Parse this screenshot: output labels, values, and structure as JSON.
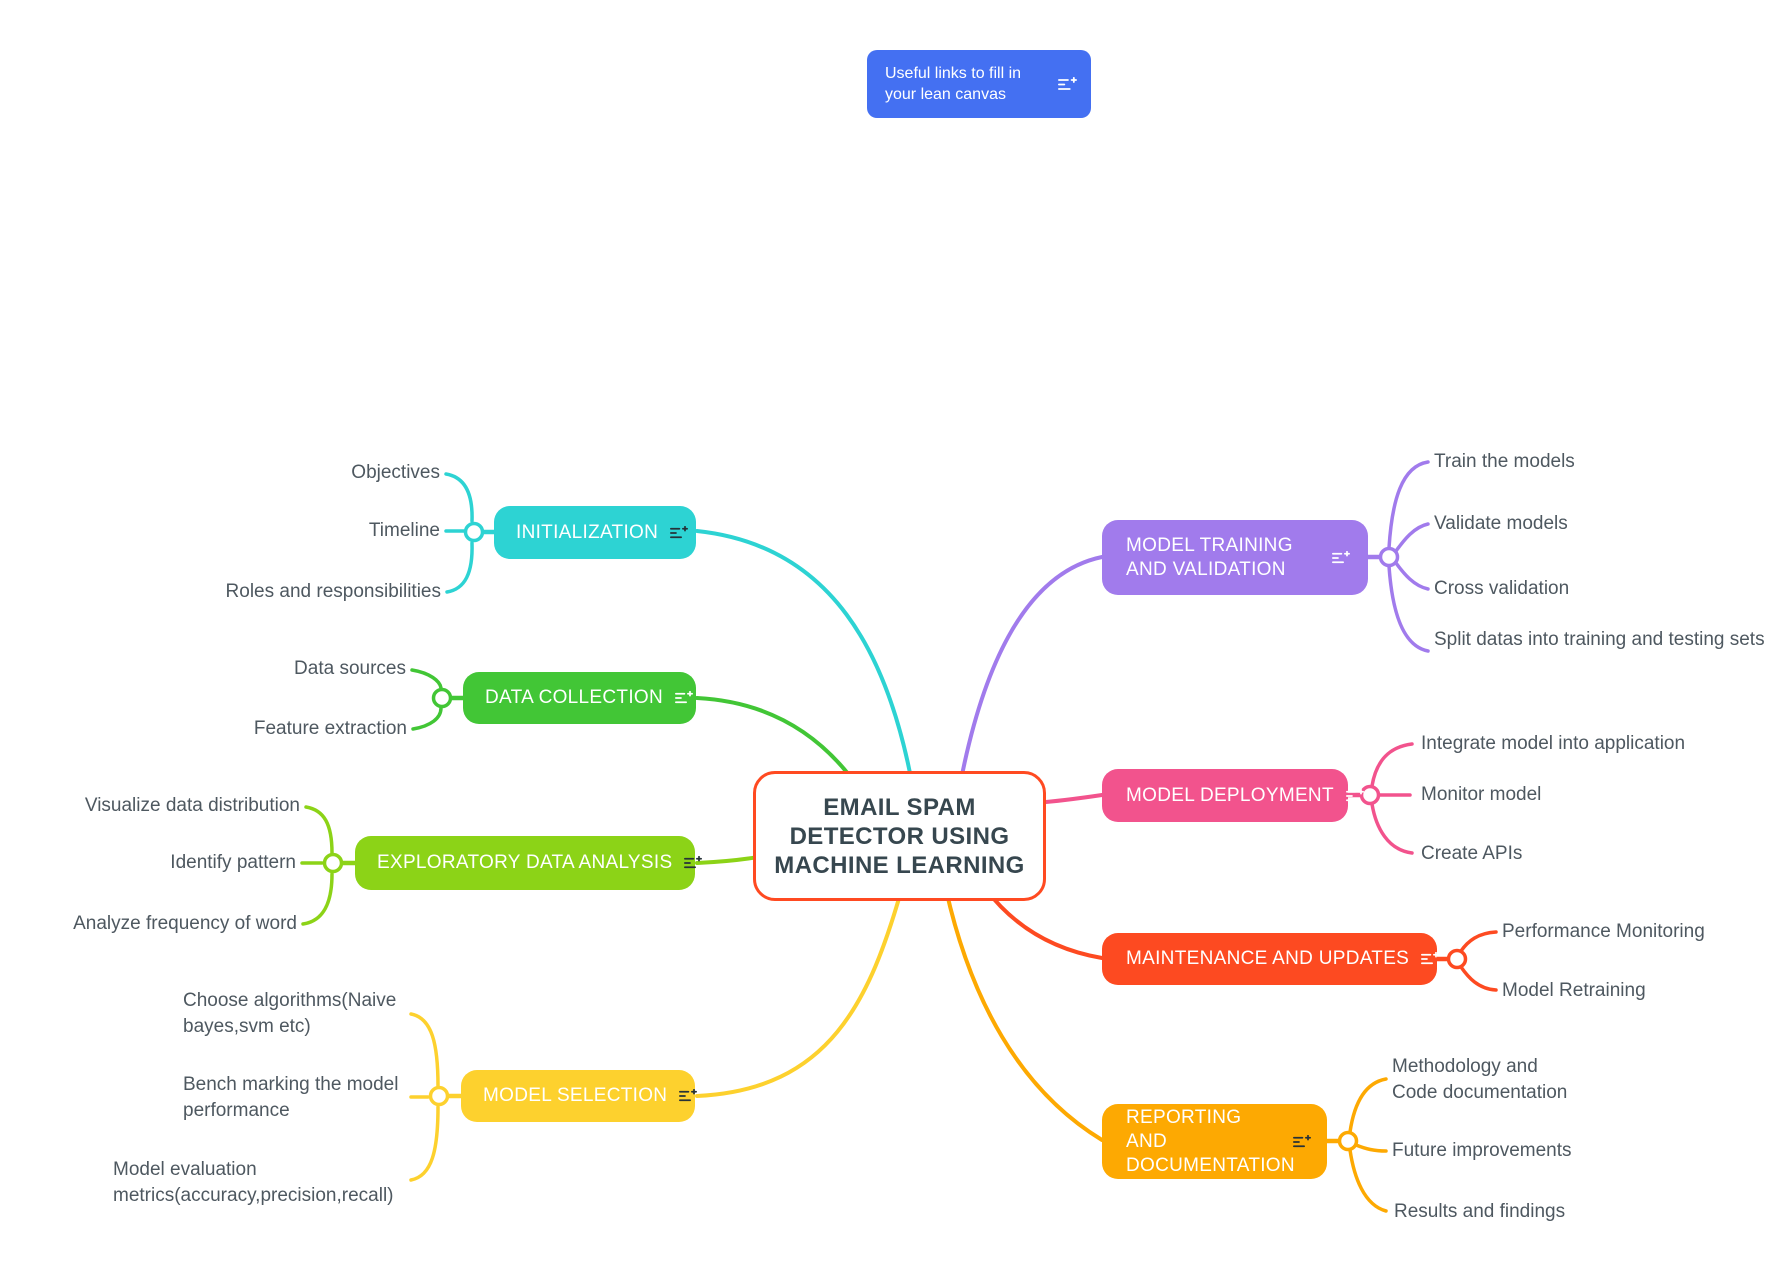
{
  "floating_note": {
    "label": "Useful links to fill in your lean canvas",
    "color": "#4470f2",
    "text_color": "#ffffff",
    "icon": "add-note-icon",
    "icon_color": "#ffffff"
  },
  "root": {
    "label": "EMAIL SPAM DETECTOR USING MACHINE LEARNING",
    "background": "#ffffff",
    "border_color": "#ff4a21",
    "text_color": "#37474f"
  },
  "child_text_color": "#4e5860",
  "branches": [
    {
      "id": "initialization",
      "label": "INITIALIZATION",
      "color": "#2dd3d3",
      "icon_color": "#263238",
      "children": [
        "Objectives",
        "Timeline",
        "Roles and responsibilities"
      ]
    },
    {
      "id": "data-collection",
      "label": "DATA COLLECTION",
      "color": "#42c636",
      "icon_color": "#ffffff",
      "children": [
        "Data sources",
        "Feature extraction"
      ]
    },
    {
      "id": "exploratory-data-analysis",
      "label": "EXPLORATORY DATA ANALYSIS",
      "color": "#8cd317",
      "icon_color": "#263238",
      "children": [
        "Visualize data distribution",
        "Identify pattern",
        "Analyze frequency of word"
      ]
    },
    {
      "id": "model-selection",
      "label": "MODEL SELECTION",
      "color": "#fdd12e",
      "icon_color": "#263238",
      "children": [
        "Choose algorithms(Naive bayes,svm etc)",
        "Bench marking the model performance",
        "Model evaluation metrics(accuracy,precision,recall)"
      ]
    },
    {
      "id": "model-training-and-validation",
      "label": "MODEL TRAINING AND VALIDATION",
      "color": "#a17bec",
      "icon_color": "#ffffff",
      "children": [
        "Train the models",
        "Validate models",
        "Cross validation",
        "Split datas into training and testing sets"
      ]
    },
    {
      "id": "model-deployment",
      "label": "MODEL DEPLOYMENT",
      "color": "#f2538d",
      "icon_color": "#ffffff",
      "children": [
        "Integrate model into application",
        "Monitor model",
        "Create APIs"
      ]
    },
    {
      "id": "maintenance-and-updates",
      "label": "MAINTENANCE AND UPDATES",
      "color": "#fd4a21",
      "icon_color": "#ffffff",
      "children": [
        "Performance Monitoring",
        "Model Retraining"
      ]
    },
    {
      "id": "reporting-and-documentation",
      "label": "REPORTING AND DOCUMENTATION",
      "color": "#fda902",
      "icon_color": "#263238",
      "children": [
        "Methodology and Code documentation",
        "Future improvements",
        "Results and findings"
      ]
    }
  ]
}
